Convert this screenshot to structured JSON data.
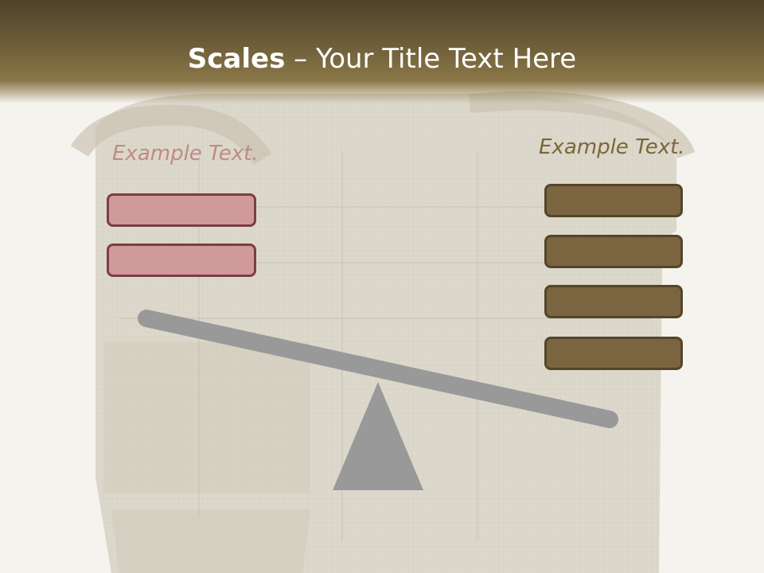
{
  "slide": {
    "title_bold": "Scales",
    "title_separator": " – ",
    "title_rest": "Your Title Text Here"
  },
  "left_side": {
    "label": "Example Text.",
    "box_count": 2,
    "box_color": "#d09a9a",
    "border_color": "#7e3d3f"
  },
  "right_side": {
    "label": "Example Text.",
    "box_count": 4,
    "box_color": "#7b6540",
    "border_color": "#54452a"
  },
  "balance": {
    "beam_color": "#999999",
    "fulcrum_color": "#999999",
    "tilt": "left side raised"
  },
  "theme": {
    "header_color": "#6f5f3a",
    "background_color": "#f6f4ee",
    "background_image": "canvas-bag"
  }
}
